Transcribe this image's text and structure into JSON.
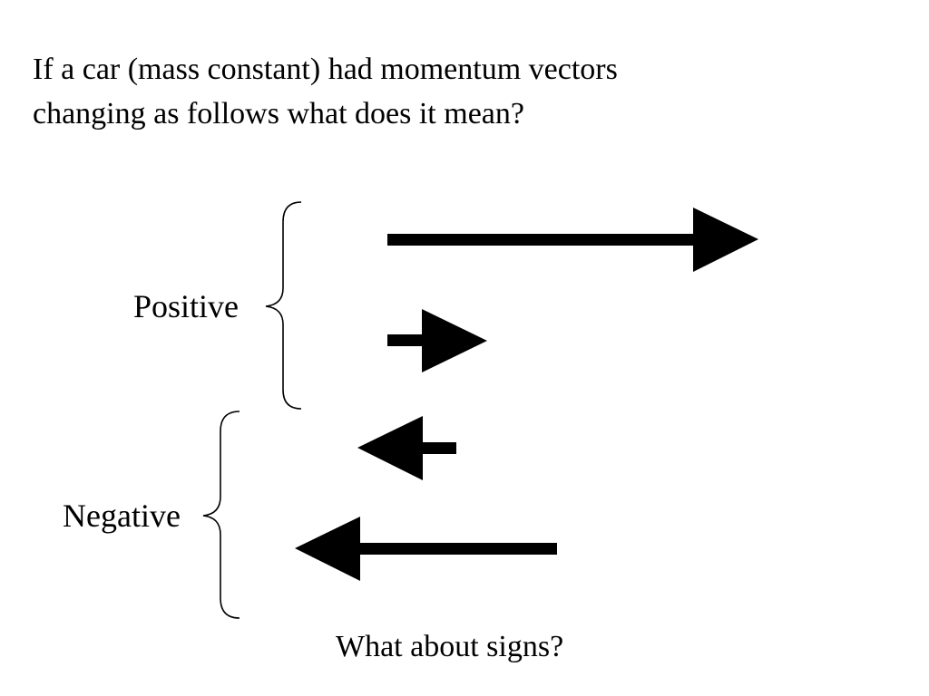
{
  "question": {
    "line1": "If a car (mass constant) had momentum vectors",
    "line2": "changing as follows what does it mean?"
  },
  "groups": {
    "positive_label": "Positive",
    "negative_label": "Negative"
  },
  "footer": {
    "text": "What about signs?"
  },
  "arrows": [
    {
      "direction": "right",
      "group": "positive",
      "relative_size": "long"
    },
    {
      "direction": "right",
      "group": "positive",
      "relative_size": "short"
    },
    {
      "direction": "left",
      "group": "negative",
      "relative_size": "short"
    },
    {
      "direction": "left",
      "group": "negative",
      "relative_size": "long"
    }
  ],
  "colors": {
    "ink": "#000000",
    "background": "#ffffff"
  }
}
